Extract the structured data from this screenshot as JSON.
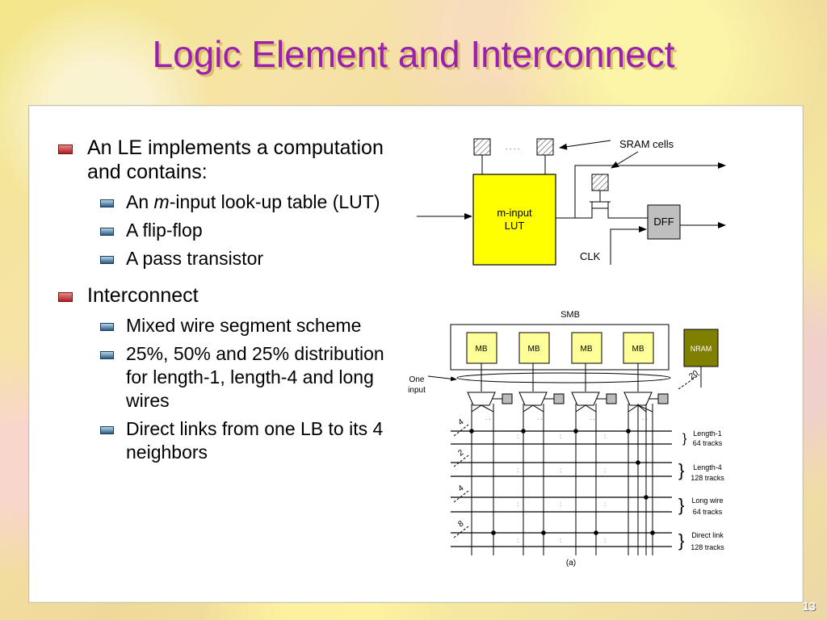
{
  "slide": {
    "title": "Logic Element and Interconnect",
    "page_number": "13"
  },
  "bullets": {
    "le": {
      "text": "An LE implements a computation and contains:",
      "subs": {
        "lut_a": "An ",
        "lut_m": "m",
        "lut_b": "-input look-up table (LUT)",
        "ff": "A flip-flop",
        "pass": "A pass transistor"
      }
    },
    "interconnect": {
      "text": "Interconnect",
      "subs": {
        "mixed": "Mixed wire segment scheme",
        "dist": "25%, 50% and 25% distribution for length-1, length-4 and long wires",
        "direct": "Direct links from one LB to its 4 neighbors"
      }
    }
  },
  "le_diagram": {
    "lut_label_1": "m-input",
    "lut_label_2": "LUT",
    "dots": ". . . .",
    "sram_label": "SRAM cells",
    "dff_label": "DFF",
    "clk_label": "CLK",
    "lut_color": "#ffff00",
    "dff_color": "#bfbfbf"
  },
  "smb_diagram": {
    "smb_label": "SMB",
    "mb_labels": [
      "MB",
      "MB",
      "MB",
      "MB"
    ],
    "nram_label": "NRAM",
    "one_input_1": "One",
    "one_input_2": "input",
    "bus_width_20": "20",
    "group_counts": [
      "4",
      "2",
      "4",
      "8"
    ],
    "track_groups": [
      {
        "name": "Length-1",
        "tracks": "64 tracks"
      },
      {
        "name": "Length-4",
        "tracks": "128 tracks"
      },
      {
        "name": "Long wire",
        "tracks": "64 tracks"
      },
      {
        "name": "Direct link",
        "tracks": "128 tracks"
      }
    ],
    "caption": "(a)",
    "mb_color": "#ffff99",
    "nram_color": "#808000"
  }
}
